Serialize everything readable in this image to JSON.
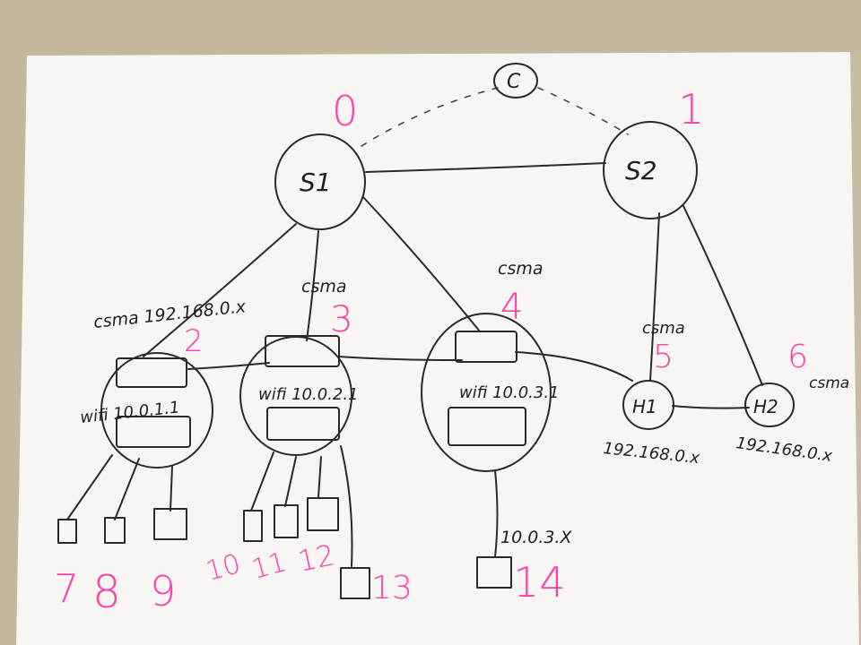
{
  "nodes": {
    "controller": {
      "label": "C"
    },
    "s1": {
      "label": "S1",
      "number": "0"
    },
    "s2": {
      "label": "S2",
      "number": "1"
    },
    "ap2": {
      "number": "2",
      "net": "csma 192.168.0.x",
      "wifi": "wifi 10.0.1.1"
    },
    "ap3": {
      "number": "3",
      "net": "csma",
      "wifi": "wifi 10.0.2.1"
    },
    "ap4": {
      "number": "4",
      "net": "csma",
      "wifi": "wifi 10.0.3.1"
    },
    "h1": {
      "label": "H1",
      "number": "5",
      "net": "csma",
      "ip": "192.168.0.x"
    },
    "h2": {
      "label": "H2",
      "number": "6",
      "net": "csma",
      "ip": "192.168.0.x"
    },
    "sta7": {
      "number": "7"
    },
    "sta8": {
      "number": "8"
    },
    "sta9": {
      "number": "9"
    },
    "sta10": {
      "number": "10"
    },
    "sta11": {
      "number": "11"
    },
    "sta12": {
      "number": "12"
    },
    "sta13": {
      "number": "13"
    },
    "sta14": {
      "number": "14",
      "ip": "10.0.3.X"
    }
  },
  "colors": {
    "paper": "#f7f6f3",
    "ink": "#2a2a2a",
    "pink": "#ff3fa8",
    "table": "#c9bca4"
  }
}
